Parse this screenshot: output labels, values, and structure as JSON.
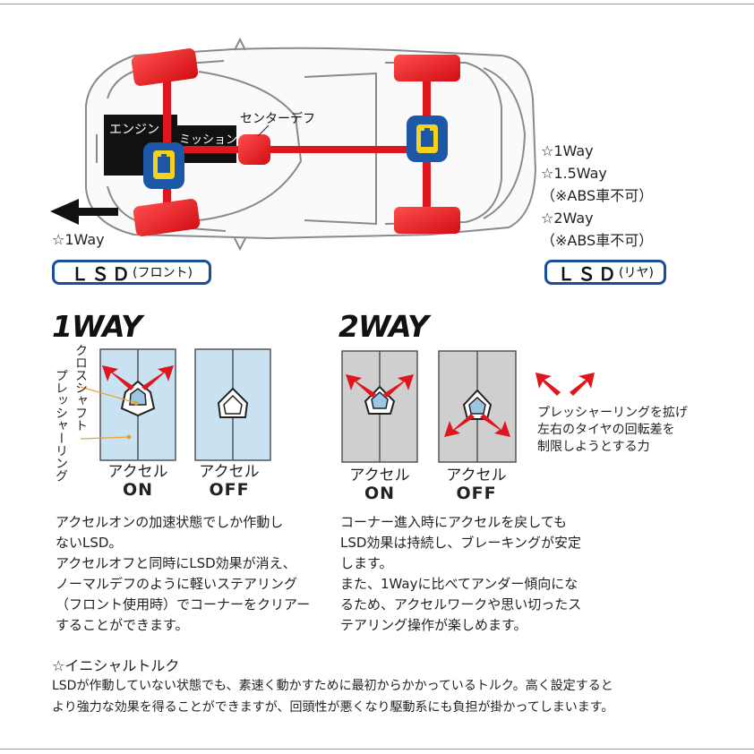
{
  "car_diagram": {
    "engine_label": "エンジン",
    "mission_label": "ミッション",
    "center_diff_label": "センターデフ",
    "front_options": [
      "☆1Way"
    ],
    "rear_options": [
      "☆1Way",
      "☆1.5Way",
      "（※ABS車不可）",
      "☆2Way",
      "（※ABS車不可）"
    ],
    "front_box": {
      "main": "ＬＳＤ",
      "sub": "(フロント)"
    },
    "rear_box": {
      "main": "ＬＳＤ",
      "sub": "(リヤ)"
    },
    "colors": {
      "axle": "#e0161e",
      "diff": "#1c58a6",
      "diff_core": "#f6d21b",
      "engine": "#111111"
    }
  },
  "way1": {
    "heading": "1WAY",
    "part_label_1": "クロスシャフト",
    "part_label_2": "プレッシャーリング",
    "on": {
      "top": "アクセル",
      "state": "ON"
    },
    "off": {
      "top": "アクセル",
      "state": "OFF"
    },
    "description": [
      "アクセルオンの加速状態でしか作動し",
      "ないLSD。",
      "アクセルオフと同時にLSD効果が消え、",
      "ノーマルデフのように軽いステアリング",
      "（フロント使用時）でコーナーをクリアー",
      "することができます。"
    ],
    "colors": {
      "plate": "#c9e2f2"
    }
  },
  "way2": {
    "heading": "2WAY",
    "on": {
      "top": "アクセル",
      "state": "ON"
    },
    "off": {
      "top": "アクセル",
      "state": "OFF"
    },
    "legend": [
      "プレッシャーリングを拡げ",
      "左右のタイヤの回転差を",
      "制限しようとする力"
    ],
    "description": [
      "コーナー進入時にアクセルを戻しても",
      "LSD効果は持続し、ブレーキングが安定",
      "します。",
      "また、1Wayに比べてアンダー傾向にな",
      "るため、アクセルワークや思い切ったス",
      "テアリング操作が楽しめます。"
    ],
    "colors": {
      "plate": "#cfcfcf",
      "arrow": "#e0161e"
    }
  },
  "initial_torque": {
    "heading": "☆イニシャルトルク",
    "lines": [
      "LSDが作動していない状態でも、素速く動かすために最初からかかっているトルク。高く設定すると",
      "より強力な効果を得ることができますが、回頭性が悪くなり駆動系にも負担が掛かってしまいます。"
    ]
  }
}
